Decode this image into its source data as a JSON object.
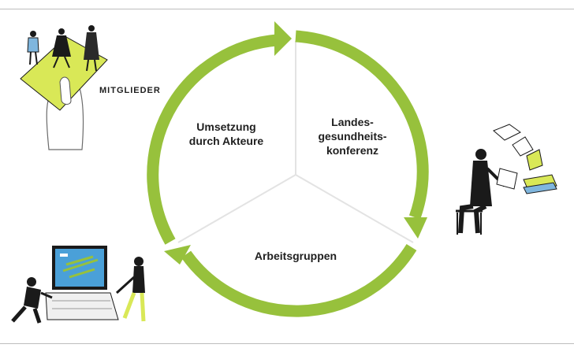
{
  "colors": {
    "accent": "#97c13c",
    "divider": "#e3e3e3",
    "ink": "#1a1a1a",
    "rule": "#bdbdbd",
    "screen": "#4aa0d8",
    "paper_yellow": "#d9e857"
  },
  "segments": [
    {
      "id": "umsetzung",
      "lines": [
        "Umsetzung",
        "durch Akteure"
      ]
    },
    {
      "id": "landes",
      "lines": [
        "Landes-",
        "gesundheits-",
        "konferenz"
      ]
    },
    {
      "id": "arbeitsgruppen",
      "lines": [
        "Arbeitsgruppen"
      ]
    }
  ],
  "illustrations": {
    "members": {
      "caption": "MITGLIEDER",
      "icon": "members-on-hand-icon"
    },
    "reader": {
      "icon": "person-with-laptop-and-papers-icon"
    },
    "workgroup": {
      "icon": "people-carrying-laptop-icon"
    }
  }
}
